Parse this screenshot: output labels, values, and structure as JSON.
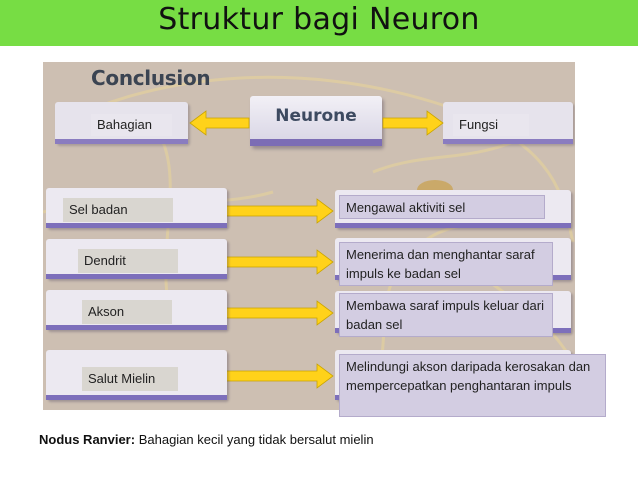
{
  "title": "Struktur bagi Neuron",
  "panel": {
    "heading": "Conclusion",
    "center_label": "Neurone",
    "left_header": "Bahagian",
    "right_header": "Fungsi"
  },
  "rows": [
    {
      "part": "Sel badan",
      "function": "Mengawal aktiviti sel"
    },
    {
      "part": "Dendrit",
      "function": "Menerima dan menghantar saraf impuls ke badan sel"
    },
    {
      "part": "Akson",
      "function": "Membawa saraf impuls keluar dari badan sel"
    },
    {
      "part": "Salut Mielin",
      "function": "Melindungi akson daripada kerosakan dan mempercepatkan penghantaran impuls"
    }
  ],
  "footer": {
    "term": "Nodus Ranvier:",
    "definition": "Bahagian kecil yang tidak bersalut mielin"
  },
  "colors": {
    "title_bar": "#77dd44",
    "arrow": "#ffd21a",
    "function_box": "#d3cde2",
    "accent": "#7d6fbb"
  }
}
